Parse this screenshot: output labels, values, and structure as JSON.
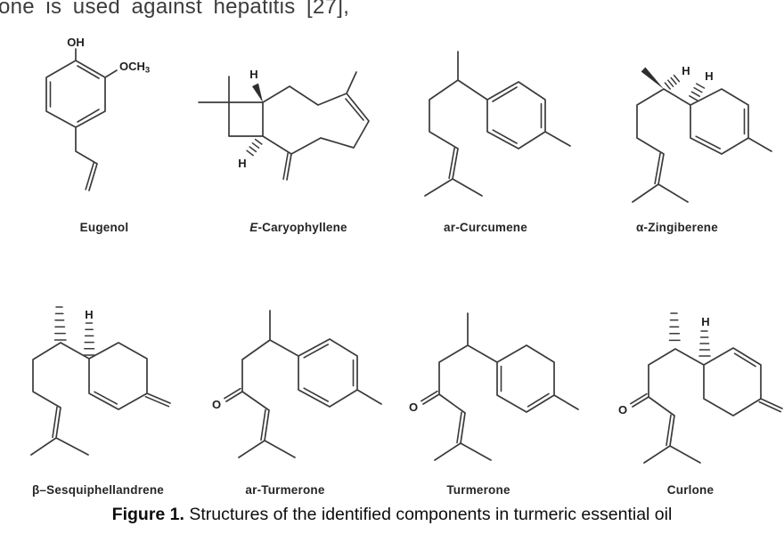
{
  "body_text": "one is used against hepatitis [27],",
  "caption": {
    "bold": "Figure 1.",
    "rest": " Structures of the identified components in turmeric essential oil"
  },
  "molecule_labels": {
    "eugenol": "Eugenol",
    "caryophyllene_italic": "E",
    "caryophyllene_rest": "-Caryophyllene",
    "ar_curcumene": "ar-Curcumene",
    "alpha_zingiberene": "α-Zingiberene",
    "beta_sesquiphellandrene": "β–Sesquiphellandrene",
    "ar_turmerone": "ar-Turmerone",
    "turmerone": "Turmerone",
    "curlone": "Curlone"
  },
  "atom_labels": {
    "hydroxyl": "OH",
    "methoxy_main": "OCH",
    "methoxy_sub": "3",
    "hydrogen": "H",
    "oxygen": "O"
  },
  "colors": {
    "structure_line": "#3a3a3a",
    "label_text": "#262626",
    "body_text": "#3c3c3c",
    "caption_text": "#0d0d0d"
  }
}
